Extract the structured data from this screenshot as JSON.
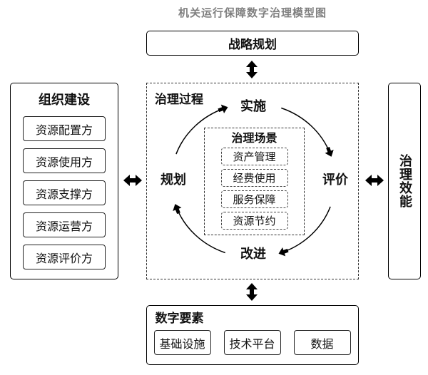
{
  "title": "机关运行保障数字治理模型图",
  "strategy": {
    "label": "战略规划"
  },
  "organization": {
    "title": "组织建设",
    "items": [
      "资源配置方",
      "资源使用方",
      "资源支撑方",
      "资源运营方",
      "资源评价方"
    ]
  },
  "process": {
    "title": "治理过程",
    "cycle": {
      "implement": "实施",
      "evaluate": "评价",
      "improve": "改进",
      "plan": "规划"
    },
    "scenarios": {
      "title": "治理场景",
      "items": [
        "资产管理",
        "经费使用",
        "服务保障",
        "资源节约"
      ]
    }
  },
  "effectiveness": {
    "label": "治理效能"
  },
  "digital_elements": {
    "title": "数字要素",
    "items": [
      "基础设施",
      "技术平台",
      "数据"
    ]
  },
  "colors": {
    "title_text": "#808080",
    "lines": "#000000",
    "background": "#ffffff"
  }
}
